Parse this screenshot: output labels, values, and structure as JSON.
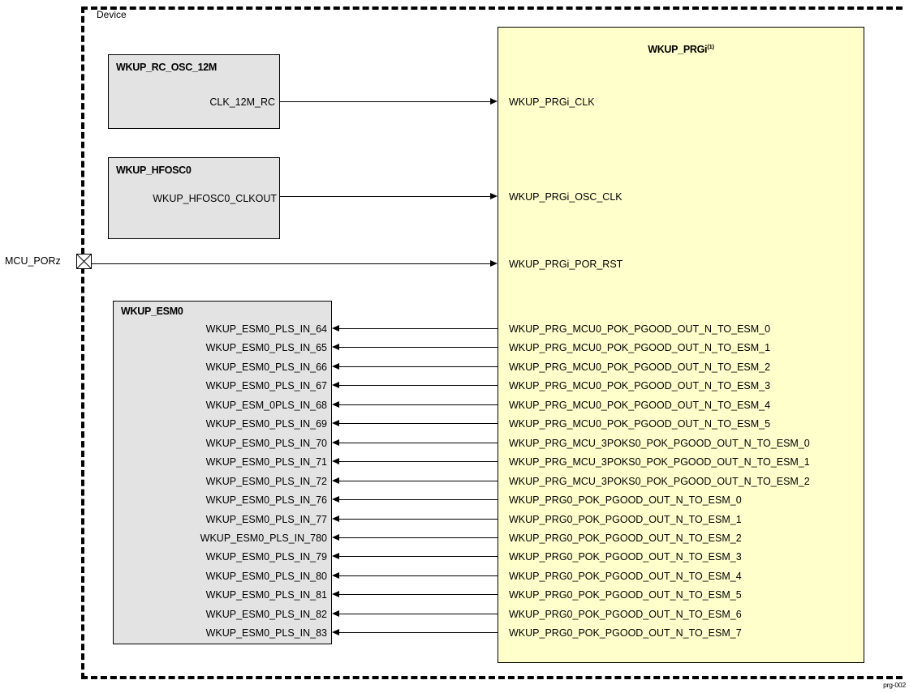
{
  "device": {
    "label": "Device"
  },
  "figure": {
    "caption": "prg-002"
  },
  "pad": {
    "name": "MCU_PORz",
    "symbol": "crossed-square-pad"
  },
  "blocks": {
    "rc_osc": {
      "title": "WKUP_RC_OSC_12M",
      "ports": [
        {
          "label": "CLK_12M_RC"
        }
      ]
    },
    "hfosc0": {
      "title": "WKUP_HFOSC0",
      "ports": [
        {
          "label": "WKUP_HFOSC0_CLKOUT"
        }
      ]
    },
    "esm0": {
      "title": "WKUP_ESM0",
      "ports": [
        {
          "label": "WKUP_ESM0_PLS_IN_64"
        },
        {
          "label": "WKUP_ESM0_PLS_IN_65"
        },
        {
          "label": "WKUP_ESM0_PLS_IN_66"
        },
        {
          "label": "WKUP_ESM0_PLS_IN_67"
        },
        {
          "label": "WKUP_ESM_0PLS_IN_68"
        },
        {
          "label": "WKUP_ESM0_PLS_IN_69"
        },
        {
          "label": "WKUP_ESM0_PLS_IN_70"
        },
        {
          "label": "WKUP_ESM0_PLS_IN_71"
        },
        {
          "label": "WKUP_ESM0_PLS_IN_72"
        },
        {
          "label": "WKUP_ESM0_PLS_IN_76"
        },
        {
          "label": "WKUP_ESM0_PLS_IN_77"
        },
        {
          "label": "WKUP_ESM0_PLS_IN_780"
        },
        {
          "label": "WKUP_ESM0_PLS_IN_79"
        },
        {
          "label": "WKUP_ESM0_PLS_IN_80"
        },
        {
          "label": "WKUP_ESM0_PLS_IN_81"
        },
        {
          "label": "WKUP_ESM0_PLS_IN_82"
        },
        {
          "label": "WKUP_ESM0_PLS_IN_83"
        }
      ]
    },
    "prgi": {
      "title": "WKUP_PRGi",
      "title_superscript": "(1)",
      "inputs": [
        {
          "label": "WKUP_PRGi_CLK"
        },
        {
          "label": "WKUP_PRGi_OSC_CLK"
        },
        {
          "label": "WKUP_PRGi_POR_RST"
        }
      ],
      "outputs": [
        {
          "label": "WKUP_PRG_MCU0_POK_PGOOD_OUT_N_TO_ESM_0"
        },
        {
          "label": "WKUP_PRG_MCU0_POK_PGOOD_OUT_N_TO_ESM_1"
        },
        {
          "label": "WKUP_PRG_MCU0_POK_PGOOD_OUT_N_TO_ESM_2"
        },
        {
          "label": "WKUP_PRG_MCU0_POK_PGOOD_OUT_N_TO_ESM_3"
        },
        {
          "label": "WKUP_PRG_MCU0_POK_PGOOD_OUT_N_TO_ESM_4"
        },
        {
          "label": "WKUP_PRG_MCU0_POK_PGOOD_OUT_N_TO_ESM_5"
        },
        {
          "label": "WKUP_PRG_MCU_3POKS0_POK_PGOOD_OUT_N_TO_ESM_0"
        },
        {
          "label": "WKUP_PRG_MCU_3POKS0_POK_PGOOD_OUT_N_TO_ESM_1"
        },
        {
          "label": "WKUP_PRG_MCU_3POKS0_POK_PGOOD_OUT_N_TO_ESM_2"
        },
        {
          "label": "WKUP_PRG0_POK_PGOOD_OUT_N_TO_ESM_0"
        },
        {
          "label": "WKUP_PRG0_POK_PGOOD_OUT_N_TO_ESM_1"
        },
        {
          "label": "WKUP_PRG0_POK_PGOOD_OUT_N_TO_ESM_2"
        },
        {
          "label": "WKUP_PRG0_POK_PGOOD_OUT_N_TO_ESM_3"
        },
        {
          "label": "WKUP_PRG0_POK_PGOOD_OUT_N_TO_ESM_4"
        },
        {
          "label": "WKUP_PRG0_POK_PGOOD_OUT_N_TO_ESM_5"
        },
        {
          "label": "WKUP_PRG0_POK_PGOOD_OUT_N_TO_ESM_6"
        },
        {
          "label": "WKUP_PRG0_POK_PGOOD_OUT_N_TO_ESM_7"
        }
      ]
    }
  },
  "colors": {
    "block_gray": "#e3e3e3",
    "block_yellow": "#ffffcc",
    "line": "#000000"
  }
}
